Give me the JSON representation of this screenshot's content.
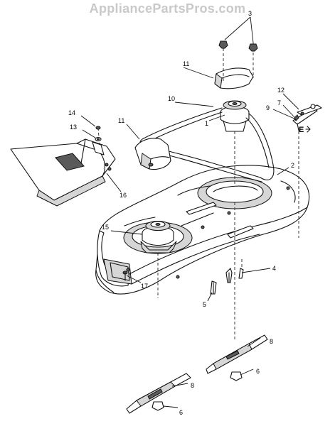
{
  "watermark": "AppliancePartsPros.com",
  "callouts": [
    {
      "id": "c3",
      "text": "3"
    },
    {
      "id": "c11a",
      "text": "11"
    },
    {
      "id": "c10",
      "text": "10"
    },
    {
      "id": "c12",
      "text": "12"
    },
    {
      "id": "c7",
      "text": "7"
    },
    {
      "id": "c9",
      "text": "9"
    },
    {
      "id": "c14",
      "text": "14"
    },
    {
      "id": "c13",
      "text": "13"
    },
    {
      "id": "c11b",
      "text": "11"
    },
    {
      "id": "c1",
      "text": "1"
    },
    {
      "id": "c2",
      "text": "2"
    },
    {
      "id": "c16",
      "text": "16"
    },
    {
      "id": "c15",
      "text": "15"
    },
    {
      "id": "c17",
      "text": "17"
    },
    {
      "id": "c4",
      "text": "4"
    },
    {
      "id": "c5",
      "text": "5"
    },
    {
      "id": "c8a",
      "text": "8"
    },
    {
      "id": "c6a",
      "text": "6"
    },
    {
      "id": "c8b",
      "text": "8"
    },
    {
      "id": "c6b",
      "text": "6"
    }
  ]
}
